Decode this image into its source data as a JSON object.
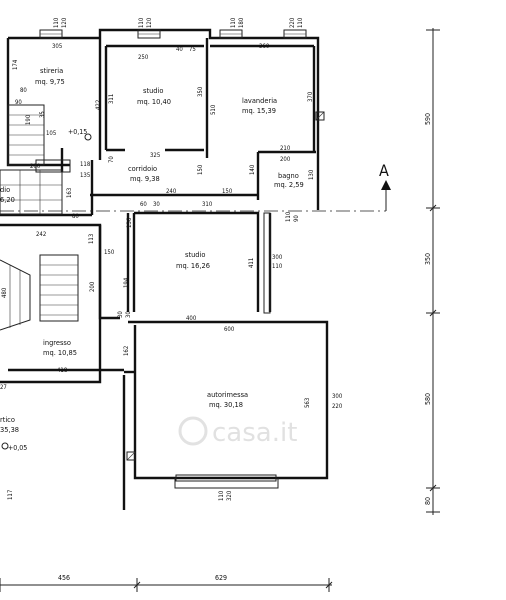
{
  "rooms": {
    "stireria": {
      "name": "stireria",
      "area": "mq. 9,75"
    },
    "studio1": {
      "name": "studio",
      "area": "mq. 10,40"
    },
    "lavanderia": {
      "name": "lavanderia",
      "area": "mq. 15,39"
    },
    "corridoio": {
      "name": "corridoio",
      "area": "mq. 9,38"
    },
    "bagno": {
      "name": "bagno",
      "area": "mq. 2,59"
    },
    "disimpegno": {
      "name": "dio",
      "area": "6,20"
    },
    "studio2": {
      "name": "studio",
      "area": "mq. 16,26"
    },
    "ingresso": {
      "name": "ingresso",
      "area": "mq. 10,85"
    },
    "autorimessa": {
      "name": "autorimessa",
      "area": "mq. 30,18"
    },
    "portico": {
      "name": "rtico",
      "area": "35,38"
    }
  },
  "levels": {
    "stair_level": "+0,15",
    "entry_level": "+0,05"
  },
  "section_marker": "A",
  "watermark": "casa.it",
  "dims": {
    "d110a": "110",
    "d120a": "120",
    "d110b": "110",
    "d120b": "120",
    "d110c": "110",
    "d180c": "180",
    "d220d": "220",
    "d110d": "110",
    "d305": "305",
    "d250": "250",
    "d40": "40",
    "d75": "75",
    "d360": "360",
    "d174": "174",
    "d80a": "80",
    "d90": "90",
    "d190": "190",
    "d35": "35",
    "d105": "105",
    "d200a": "200",
    "d422": "422",
    "d311": "311",
    "d350a": "350",
    "d510": "510",
    "d370": "370",
    "d325": "325",
    "d70": "70",
    "d118": "118",
    "d135": "135",
    "d210": "210",
    "d200b": "200",
    "d130": "130",
    "d140": "140",
    "d150a": "150",
    "d240": "240",
    "d150b": "150",
    "d163": "163",
    "d60": "60",
    "d30a": "30",
    "d310": "310",
    "d80b": "80",
    "d110e": "110",
    "d90b": "90",
    "d242": "242",
    "d113": "113",
    "d136": "136",
    "d150c": "150",
    "d200c": "200",
    "d300a": "300",
    "d110f": "110",
    "d411": "411",
    "d480": "480",
    "d194": "194",
    "d30b": "30",
    "d30c": "30",
    "d400": "400",
    "d600": "600",
    "d418": "418",
    "d162": "162",
    "d27": "27",
    "d563": "563",
    "d300b": "300",
    "d220e": "220",
    "d117": "117",
    "d110g": "110",
    "d320": "320",
    "bottom_456": "456",
    "bottom_629": "629",
    "right_590": "590",
    "right_350": "350",
    "right_580": "580",
    "right_80": "80"
  }
}
